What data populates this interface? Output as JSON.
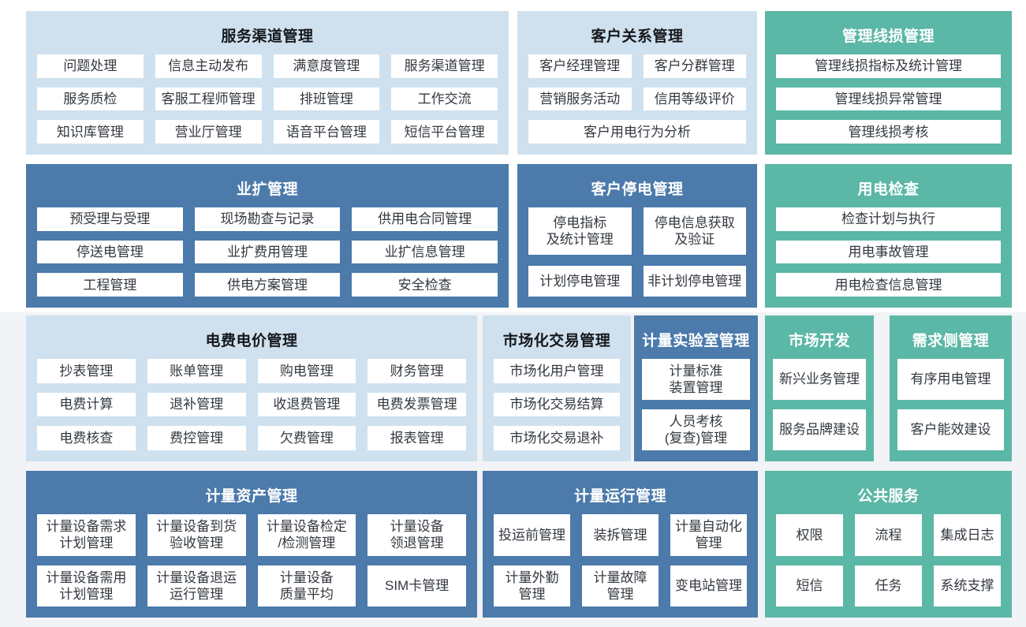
{
  "colors": {
    "light_blue_panel": "#cfe1ef",
    "dark_blue_panel": "#4b7aab",
    "teal_panel": "#5bb7a6",
    "chip_background": "#ffffff",
    "chip_text": "#33383f",
    "page_lower_background": "#f1f3f6"
  },
  "panels": [
    {
      "id": "service-channel-mgmt",
      "title": "服务渠道管理",
      "theme": "light",
      "cols": 4,
      "items": [
        {
          "label": "问题处理"
        },
        {
          "label": "信息主动发布"
        },
        {
          "label": "满意度管理"
        },
        {
          "label": "服务渠道管理"
        },
        {
          "label": "服务质检"
        },
        {
          "label": "客服工程师管理"
        },
        {
          "label": "排班管理"
        },
        {
          "label": "工作交流"
        },
        {
          "label": "知识库管理"
        },
        {
          "label": "营业厅管理"
        },
        {
          "label": "语音平台管理"
        },
        {
          "label": "短信平台管理"
        }
      ]
    },
    {
      "id": "customer-relationship-mgmt",
      "title": "客户关系管理",
      "theme": "light",
      "cols": 2,
      "items": [
        {
          "label": "客户经理管理"
        },
        {
          "label": "客户分群管理"
        },
        {
          "label": "营销服务活动"
        },
        {
          "label": "信用等级评价"
        },
        {
          "label": "客户用电行为分析",
          "span": "all"
        }
      ]
    },
    {
      "id": "line-loss-mgmt",
      "title": "管理线损管理",
      "theme": "teal",
      "cols": 1,
      "items": [
        {
          "label": "管理线损指标及统计管理"
        },
        {
          "label": "管理线损异常管理"
        },
        {
          "label": "管理线损考核"
        }
      ]
    },
    {
      "id": "business-expansion-mgmt",
      "title": "业扩管理",
      "theme": "dark",
      "cols": 3,
      "items": [
        {
          "label": "预受理与受理"
        },
        {
          "label": "现场勘查与记录"
        },
        {
          "label": "供用电合同管理"
        },
        {
          "label": "停送电管理"
        },
        {
          "label": "业扩费用管理"
        },
        {
          "label": "业扩信息管理"
        },
        {
          "label": "工程管理"
        },
        {
          "label": "供电方案管理"
        },
        {
          "label": "安全检查"
        }
      ]
    },
    {
      "id": "customer-outage-mgmt",
      "title": "客户停电管理",
      "theme": "dark",
      "cols": 2,
      "items": [
        {
          "label": "停电指标\n及统计管理"
        },
        {
          "label": "停电信息获取\n及验证"
        },
        {
          "label": "计划停电管理"
        },
        {
          "label": "非计划停电管理"
        }
      ]
    },
    {
      "id": "power-usage-inspection",
      "title": "用电检查",
      "theme": "teal",
      "cols": 1,
      "items": [
        {
          "label": "检查计划与执行"
        },
        {
          "label": "用电事故管理"
        },
        {
          "label": "用电检查信息管理"
        }
      ]
    },
    {
      "id": "tariff-billing-mgmt",
      "title": "电费电价管理",
      "theme": "light",
      "cols": 4,
      "items": [
        {
          "label": "抄表管理"
        },
        {
          "label": "账单管理"
        },
        {
          "label": "购电管理"
        },
        {
          "label": "财务管理"
        },
        {
          "label": "电费计算"
        },
        {
          "label": "退补管理"
        },
        {
          "label": "收退费管理"
        },
        {
          "label": "电费发票管理"
        },
        {
          "label": "电费核查"
        },
        {
          "label": "费控管理"
        },
        {
          "label": "欠费管理"
        },
        {
          "label": "报表管理"
        }
      ]
    },
    {
      "id": "market-trading-mgmt",
      "title": "市场化交易管理",
      "theme": "light",
      "cols": 1,
      "items": [
        {
          "label": "市场化用户管理"
        },
        {
          "label": "市场化交易结算"
        },
        {
          "label": "市场化交易退补"
        }
      ]
    },
    {
      "id": "metering-lab-mgmt",
      "title": "计量实验室管理",
      "theme": "dark",
      "cols": 1,
      "items": [
        {
          "label": "计量标准\n装置管理"
        },
        {
          "label": "人员考核\n(复查)管理"
        }
      ]
    },
    {
      "id": "market-development",
      "title": "市场开发",
      "theme": "teal",
      "cols": 1,
      "items": [
        {
          "label": "新兴业务管理"
        },
        {
          "label": "服务品牌建设"
        }
      ]
    },
    {
      "id": "demand-side-mgmt",
      "title": "需求侧管理",
      "theme": "teal",
      "cols": 1,
      "items": [
        {
          "label": "有序用电管理"
        },
        {
          "label": "客户能效建设"
        }
      ]
    },
    {
      "id": "metering-asset-mgmt",
      "title": "计量资产管理",
      "theme": "dark",
      "cols": 4,
      "items": [
        {
          "label": "计量设备需求\n计划管理"
        },
        {
          "label": "计量设备到货\n验收管理"
        },
        {
          "label": "计量设备检定\n/检测管理"
        },
        {
          "label": "计量设备\n领退管理"
        },
        {
          "label": "计量设备需用\n计划管理"
        },
        {
          "label": "计量设备退运\n运行管理"
        },
        {
          "label": "计量设备\n质量平均"
        },
        {
          "label": "SIM卡管理"
        }
      ]
    },
    {
      "id": "metering-operation-mgmt",
      "title": "计量运行管理",
      "theme": "dark",
      "cols": 3,
      "items": [
        {
          "label": "投运前管理"
        },
        {
          "label": "装拆管理"
        },
        {
          "label": "计量自动化\n管理"
        },
        {
          "label": "计量外勤\n管理"
        },
        {
          "label": "计量故障\n管理"
        },
        {
          "label": "变电站管理"
        }
      ]
    },
    {
      "id": "public-services",
      "title": "公共服务",
      "theme": "teal",
      "cols": 3,
      "items": [
        {
          "label": "权限"
        },
        {
          "label": "流程"
        },
        {
          "label": "集成日志"
        },
        {
          "label": "短信"
        },
        {
          "label": "任务"
        },
        {
          "label": "系统支撑"
        }
      ]
    }
  ]
}
